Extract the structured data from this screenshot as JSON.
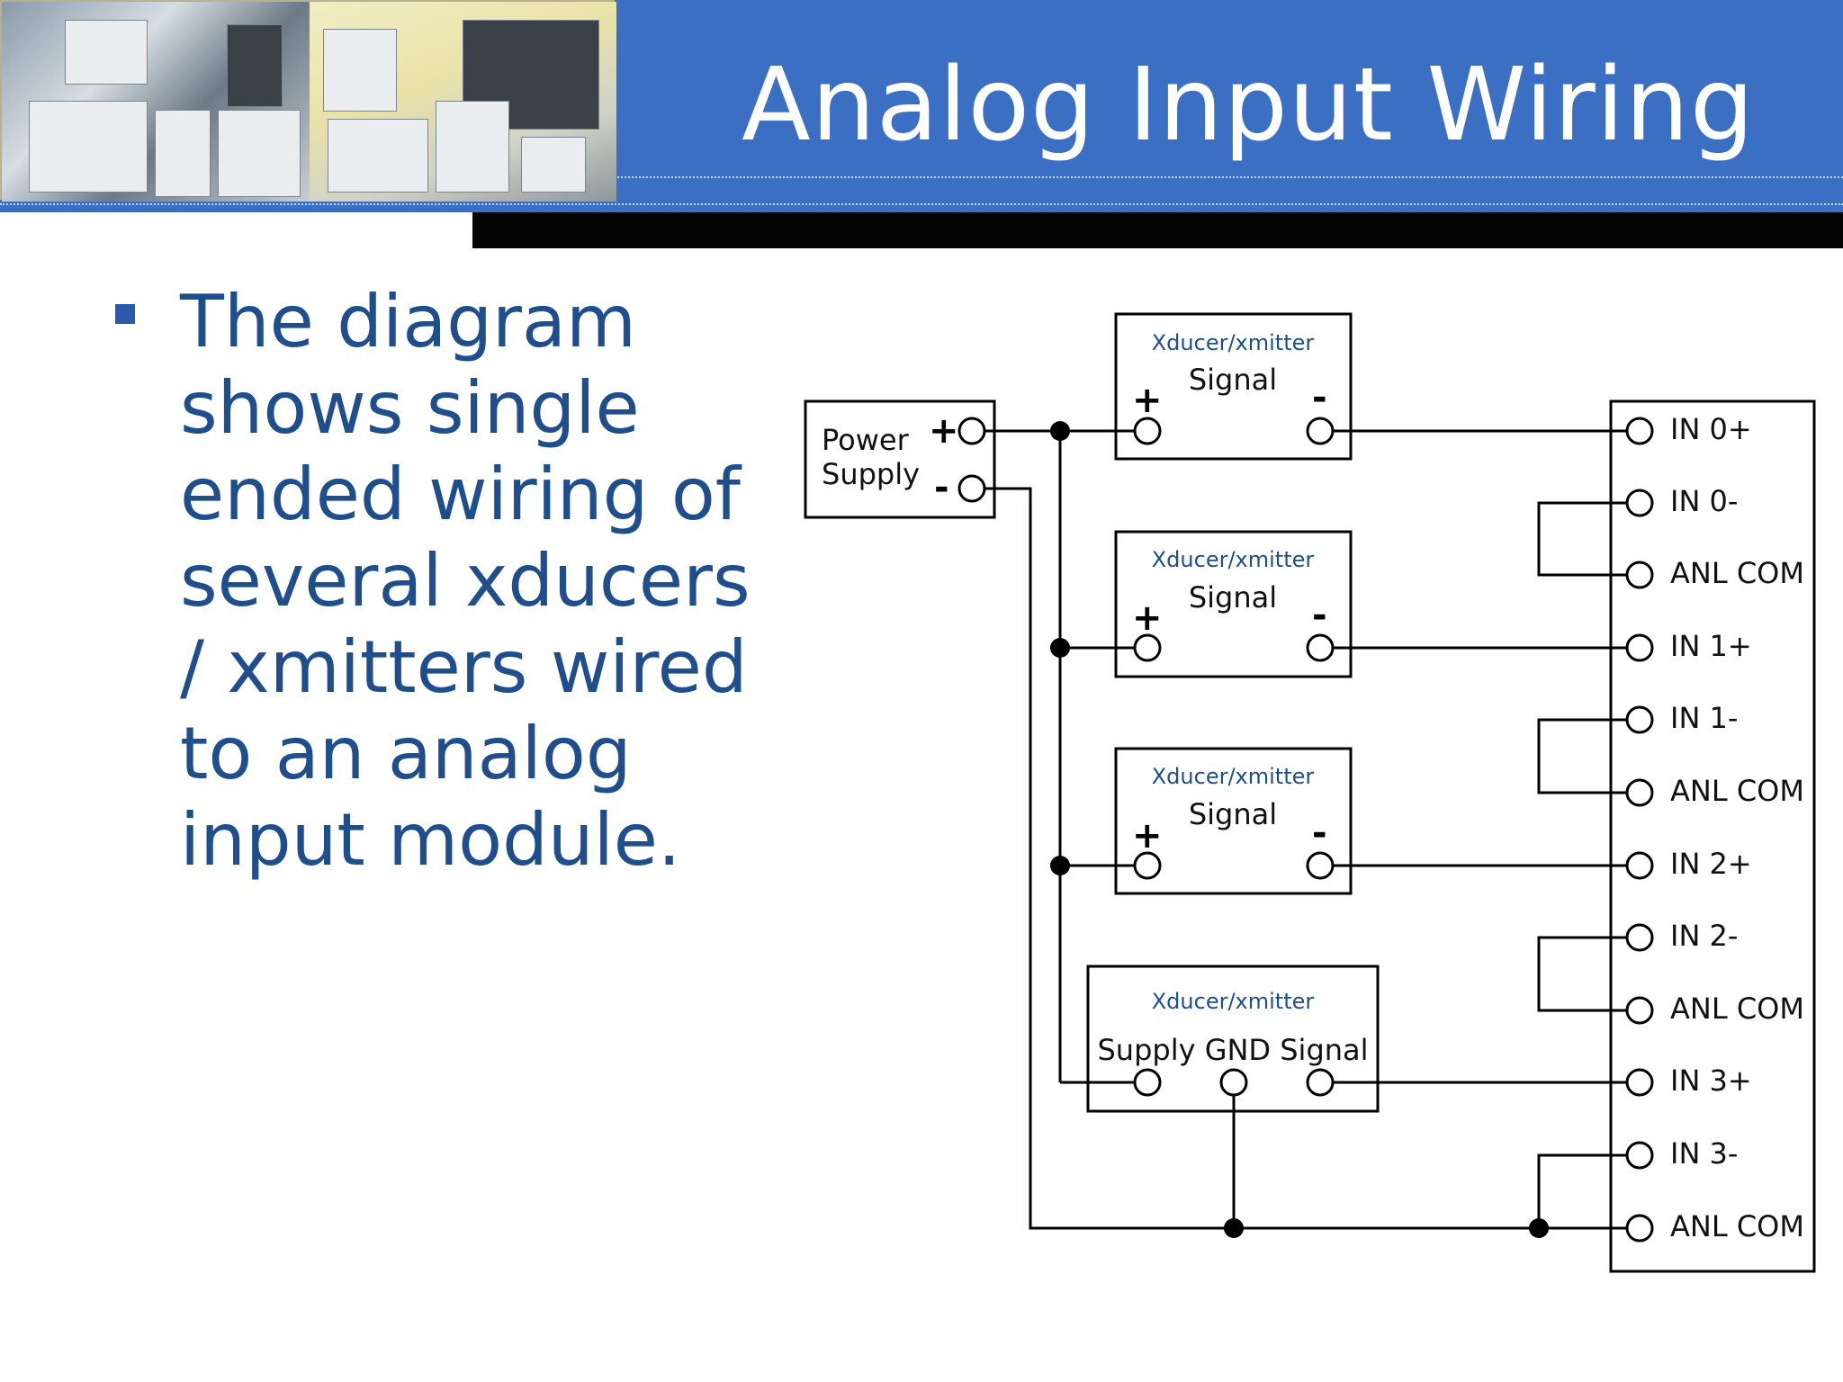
{
  "title": "Analog Input Wiring",
  "bullet": "The diagram shows single ended wiring of several xducers / xmitters wired to an analog input module.",
  "diagram": {
    "power_supply": {
      "line1": "Power",
      "line2": "Supply",
      "plus": "+",
      "minus": "-"
    },
    "transmitters": [
      {
        "title": "Xducer/xmitter",
        "label": "Signal",
        "plus": "+",
        "minus": "-"
      },
      {
        "title": "Xducer/xmitter",
        "label": "Signal",
        "plus": "+",
        "minus": "-"
      },
      {
        "title": "Xducer/xmitter",
        "label": "Signal",
        "plus": "+",
        "minus": "-"
      }
    ],
    "four_wire": {
      "title": "Xducer/xmitter",
      "label": "Supply GND Signal"
    },
    "module_terminals": [
      "IN 0+",
      "IN 0-",
      "ANL COM",
      "IN 1+",
      "IN 1-",
      "ANL COM",
      "IN 2+",
      "IN 2-",
      "ANL COM",
      "IN 3+",
      "IN 3-",
      "ANL COM"
    ]
  },
  "colors": {
    "header": "#3a6fc4",
    "bar": "#050505",
    "text": "#1f4e8c",
    "bullet": "#2a5aa8"
  }
}
